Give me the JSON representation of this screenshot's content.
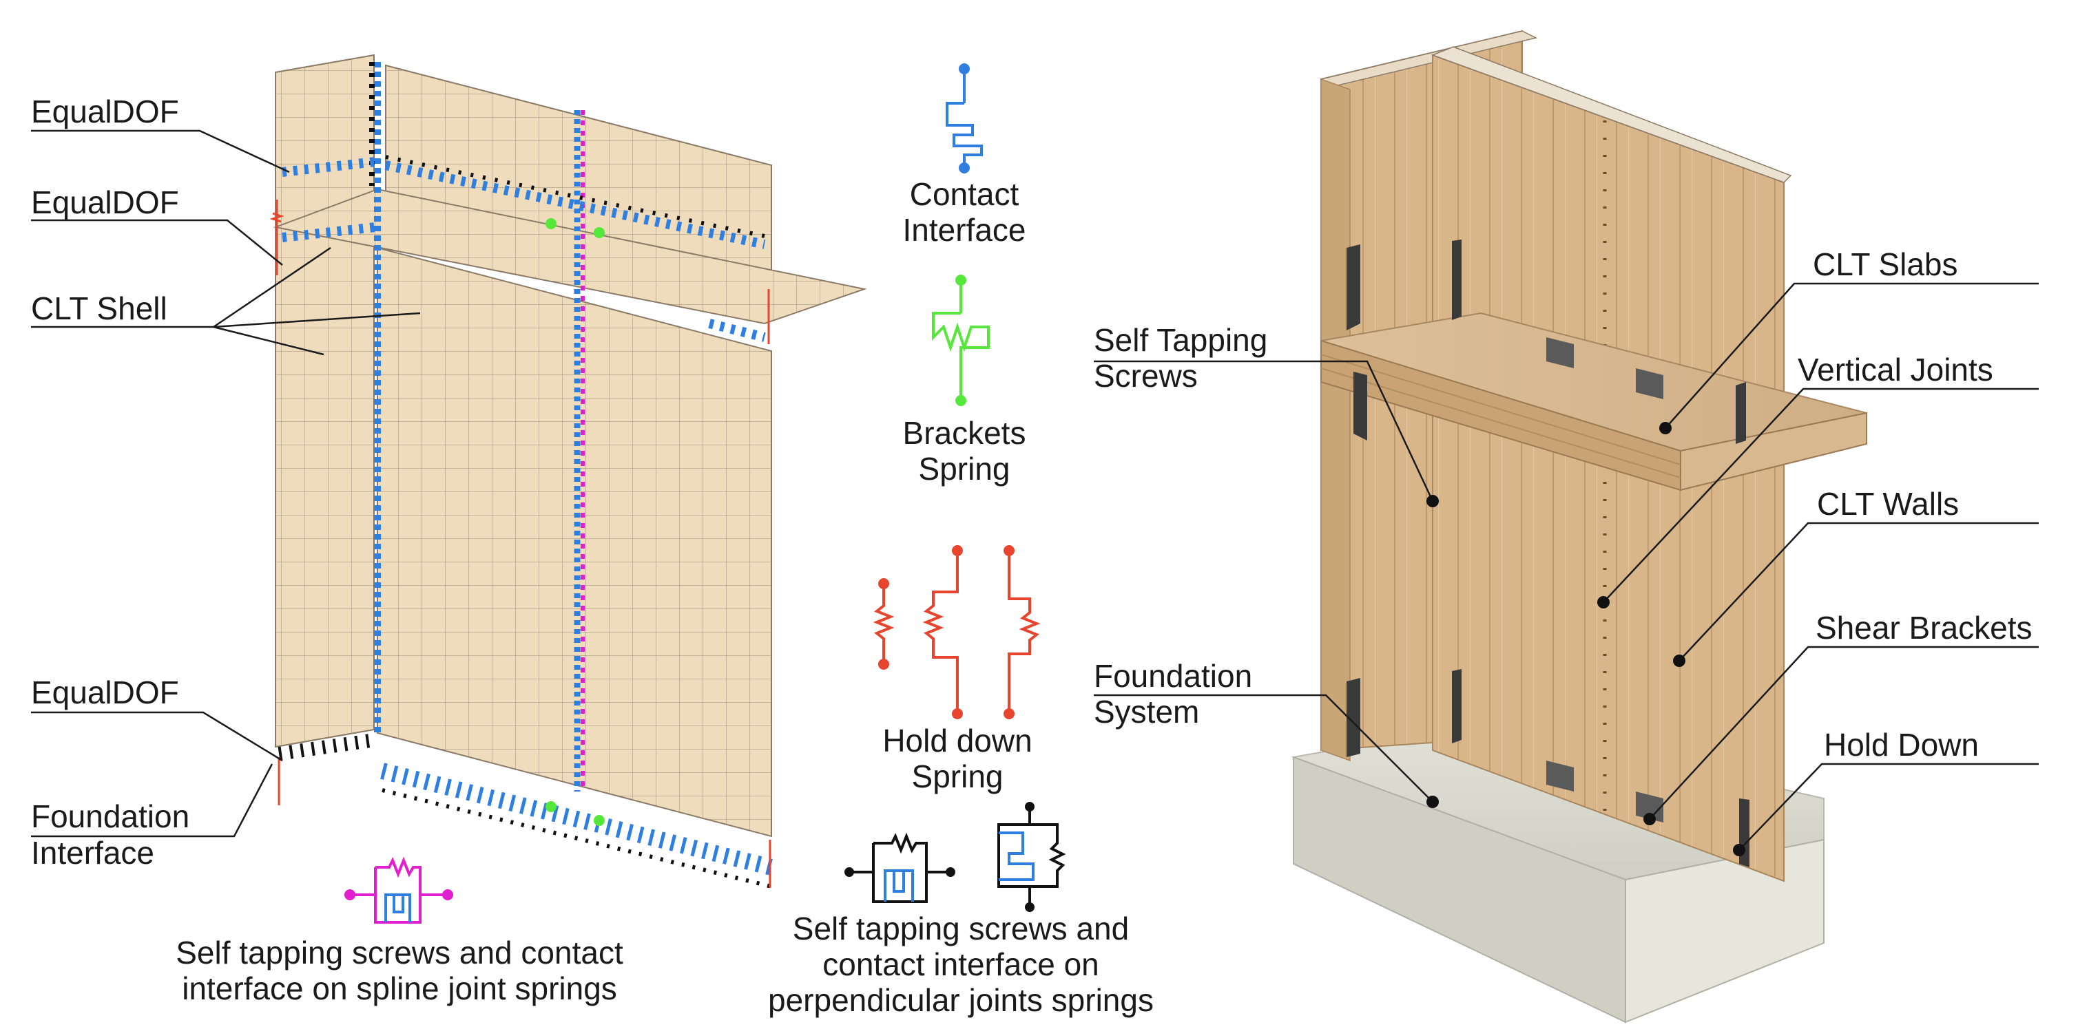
{
  "left_labels": {
    "equaldof_1": "EqualDOF",
    "equaldof_2": "EqualDOF",
    "clt_shell": "CLT Shell",
    "equaldof_3": "EqualDOF",
    "foundation_interface_1": "Foundation",
    "foundation_interface_2": "Interface"
  },
  "legend": {
    "contact_interface_1": "Contact",
    "contact_interface_2": "Interface",
    "brackets_spring_1": "Brackets",
    "brackets_spring_2": "Spring",
    "hold_down_spring_1": "Hold down",
    "hold_down_spring_2": "Spring",
    "spline_caption_1": "Self tapping screws and contact",
    "spline_caption_2": "interface on spline joint springs",
    "perp_caption_1": "Self tapping screws and",
    "perp_caption_2": "contact interface on",
    "perp_caption_3": "perpendicular joints springs"
  },
  "right_labels": {
    "clt_slabs": "CLT Slabs",
    "self_tapping_1": "Self Tapping",
    "self_tapping_2": "Screws",
    "vertical_joints": "Vertical Joints",
    "clt_walls": "CLT Walls",
    "foundation_system_1": "Foundation",
    "foundation_system_2": "System",
    "shear_brackets": "Shear Brackets",
    "hold_down": "Hold Down"
  },
  "colors": {
    "contact_interface": "#2f7fe0",
    "brackets_spring": "#55e83a",
    "hold_down_spring": "#e8452e",
    "spline_spring": "#e01fcf",
    "shell": "#eedcbd",
    "wood": "#d8b68a",
    "concrete": "#dcdcd2"
  }
}
